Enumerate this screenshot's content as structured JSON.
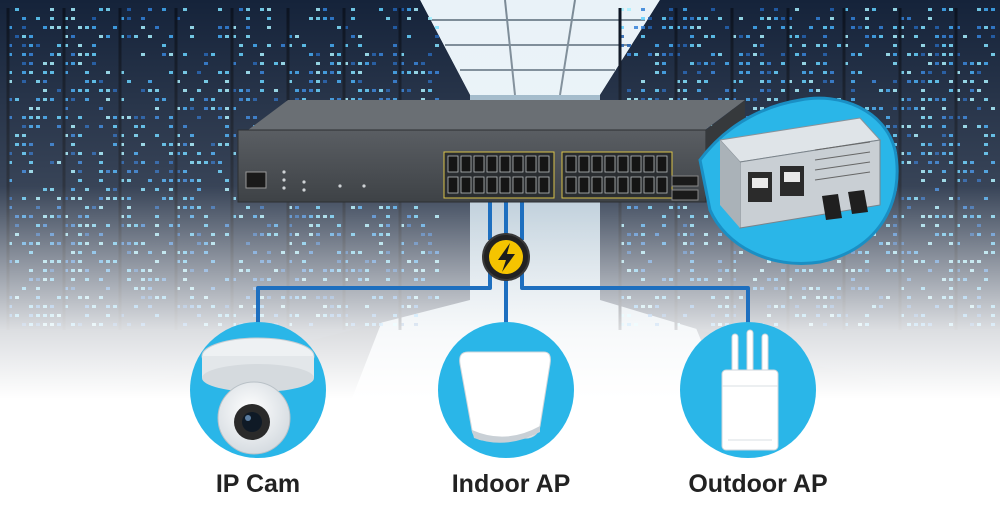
{
  "devices": [
    {
      "label": "IP Cam",
      "icon": "ip-camera-icon"
    },
    {
      "label": "Indoor AP",
      "icon": "indoor-access-point-icon"
    },
    {
      "label": "Outdoor AP",
      "icon": "outdoor-access-point-icon"
    }
  ],
  "poe_badge": {
    "icon": "lightning-bolt-icon"
  },
  "switch": {
    "icon": "poe-switch-icon"
  },
  "power_supply": {
    "icon": "redundant-power-supply-icon"
  },
  "colors": {
    "accent": "#1aa0dc",
    "circle": "#2ab6e8",
    "cable": "#1e6fbf",
    "badge": "#f5c400",
    "badge_ring": "#222222",
    "label_text": "#222222"
  }
}
